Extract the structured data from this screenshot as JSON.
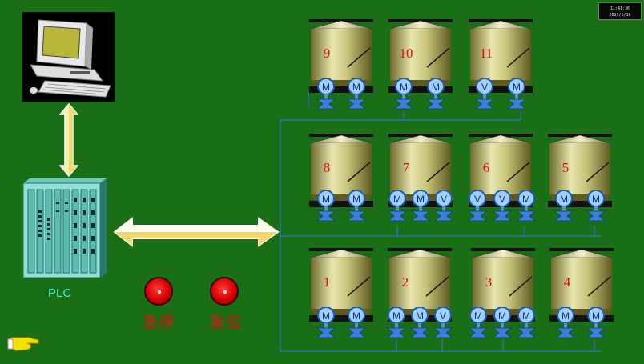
{
  "clock": {
    "time": "11:41:36",
    "date": "2017/5/16"
  },
  "plc": {
    "label": "PLC"
  },
  "buttons": {
    "estop": "急停",
    "reset": "复位"
  },
  "silos": [
    {
      "num": "9"
    },
    {
      "num": "10"
    },
    {
      "num": "11"
    },
    {
      "num": "8"
    },
    {
      "num": "7"
    },
    {
      "num": "6"
    },
    {
      "num": "5"
    },
    {
      "num": "1"
    },
    {
      "num": "2"
    },
    {
      "num": "3"
    },
    {
      "num": "4"
    }
  ],
  "valves": {
    "row1": [
      "M",
      "M",
      "M",
      "M",
      "V",
      "M"
    ],
    "row2": [
      "M",
      "M",
      "M",
      "M",
      "V",
      "V",
      "V",
      "M",
      "M",
      "M"
    ],
    "row3": [
      "M",
      "M",
      "M",
      "M",
      "V",
      "M",
      "M",
      "M",
      "M",
      "M"
    ]
  },
  "colors": {
    "background": "#1a6e16",
    "pipe": "#3a6be0",
    "alarm": "#e01010"
  },
  "icons": [
    "computer-icon",
    "plc-rack-icon",
    "hand-pointer-icon",
    "motor-valve-icon"
  ]
}
